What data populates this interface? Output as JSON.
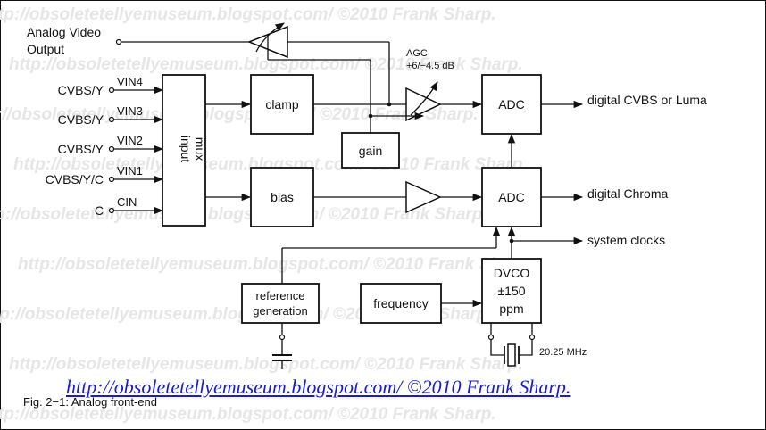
{
  "watermark": {
    "url": "http://obsoletetellyemuseum.blogspot.com/",
    "copyright": "©2010 Frank Sharp."
  },
  "analog_out": {
    "line1": "Analog Video",
    "line2": "Output"
  },
  "agc": {
    "line1": "AGC",
    "line2": "+6/−4.5 dB"
  },
  "inputs": [
    {
      "source": "CVBS/Y",
      "pin": "VIN4"
    },
    {
      "source": "CVBS/Y",
      "pin": "VIN3"
    },
    {
      "source": "CVBS/Y",
      "pin": "VIN2"
    },
    {
      "source": "CVBS/Y/C",
      "pin": "VIN1"
    },
    {
      "source": "C",
      "pin": "CIN"
    }
  ],
  "blocks": {
    "mux": {
      "line1": "input",
      "line2": "mux"
    },
    "clamp": "clamp",
    "gain": "gain",
    "bias": "bias",
    "adc_top": "ADC",
    "adc_bottom": "ADC",
    "reference": {
      "line1": "reference",
      "line2": "generation"
    },
    "frequency": "frequency",
    "dvco": {
      "line1": "DVCO",
      "line2": "±150",
      "line3": "ppm"
    }
  },
  "outputs": {
    "digital_cvbs": "digital CVBS or Luma",
    "digital_chroma": "digital Chroma",
    "system_clocks": "system clocks"
  },
  "crystal": "20.25 MHz",
  "caption": "Fig. 2−1: Analog front-end",
  "link": "http://obsoletetellyemuseum.blogspot.com/  ©2010 Frank Sharp."
}
